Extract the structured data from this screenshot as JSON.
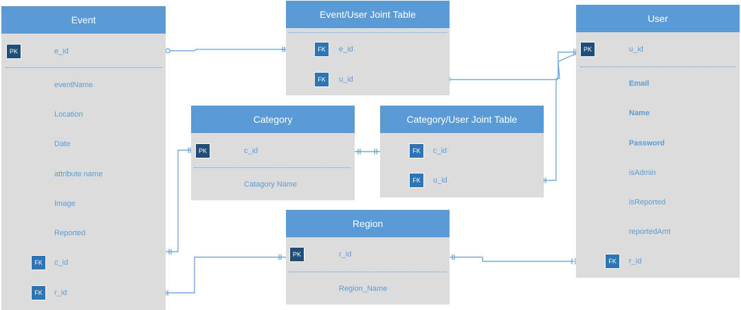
{
  "entities": {
    "event": {
      "title": "Event",
      "rows": [
        {
          "key": "PK",
          "label": "e_id"
        },
        {
          "key": "",
          "label": "eventName"
        },
        {
          "key": "",
          "label": "Location"
        },
        {
          "key": "",
          "label": "Date"
        },
        {
          "key": "",
          "label": "attribute name"
        },
        {
          "key": "",
          "label": "Image"
        },
        {
          "key": "",
          "label": "Reported"
        },
        {
          "key": "FK",
          "label": "c_id"
        },
        {
          "key": "FK",
          "label": "r_id"
        }
      ]
    },
    "event_user": {
      "title": "Event/User Joint Table",
      "rows": [
        {
          "key": "FK",
          "label": "e_id"
        },
        {
          "key": "FK",
          "label": "u_id"
        }
      ]
    },
    "user": {
      "title": "User",
      "rows": [
        {
          "key": "PK",
          "label": "u_id"
        },
        {
          "key": "",
          "label": "Email"
        },
        {
          "key": "",
          "label": "Name"
        },
        {
          "key": "",
          "label": "Password"
        },
        {
          "key": "",
          "label": "isAdmin"
        },
        {
          "key": "",
          "label": "isReported"
        },
        {
          "key": "",
          "label": "reportedAmt"
        },
        {
          "key": "FK",
          "label": "r_id"
        }
      ]
    },
    "category": {
      "title": "Category",
      "rows": [
        {
          "key": "PK",
          "label": "c_id"
        },
        {
          "key": "",
          "label": "Catagory Name"
        }
      ]
    },
    "category_user": {
      "title": "Category/User Joint Table",
      "rows": [
        {
          "key": "FK",
          "label": "c_id"
        },
        {
          "key": "FK",
          "label": "u_id"
        }
      ]
    },
    "region": {
      "title": "Region",
      "rows": [
        {
          "key": "PK",
          "label": "r_id"
        },
        {
          "key": "",
          "label": "Region_Name"
        }
      ]
    }
  },
  "colors": {
    "header": "#5b9bd5",
    "body": "#dcdcdc",
    "pk": "#1f4e79",
    "fk": "#2e75b6",
    "line": "#5b9bd5"
  }
}
